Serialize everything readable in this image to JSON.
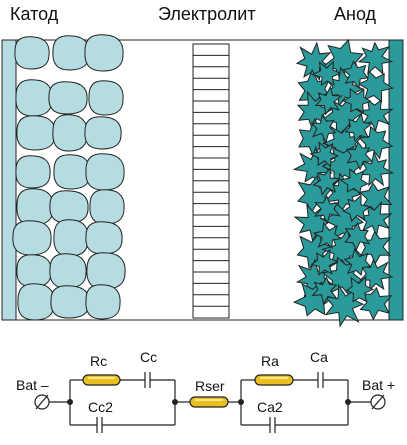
{
  "headers": {
    "cathode": "Катод",
    "electrolyte": "Электролит",
    "anode": "Анод"
  },
  "circuit": {
    "bat_minus": "Bat –",
    "bat_plus": "Bat +",
    "rc": "Rc",
    "cc": "Cc",
    "cc2": "Cc2",
    "rser": "Rser",
    "ra": "Ra",
    "ca": "Ca",
    "ca2": "Ca2"
  },
  "colors": {
    "cathode_particle": "#b5dde1",
    "cathode_current_collector": "#b5dde1",
    "anode_particle": "#2a9a9a",
    "anode_current_collector": "#2a9a9a",
    "resistor": "#e8c020",
    "outline": "#222222"
  }
}
